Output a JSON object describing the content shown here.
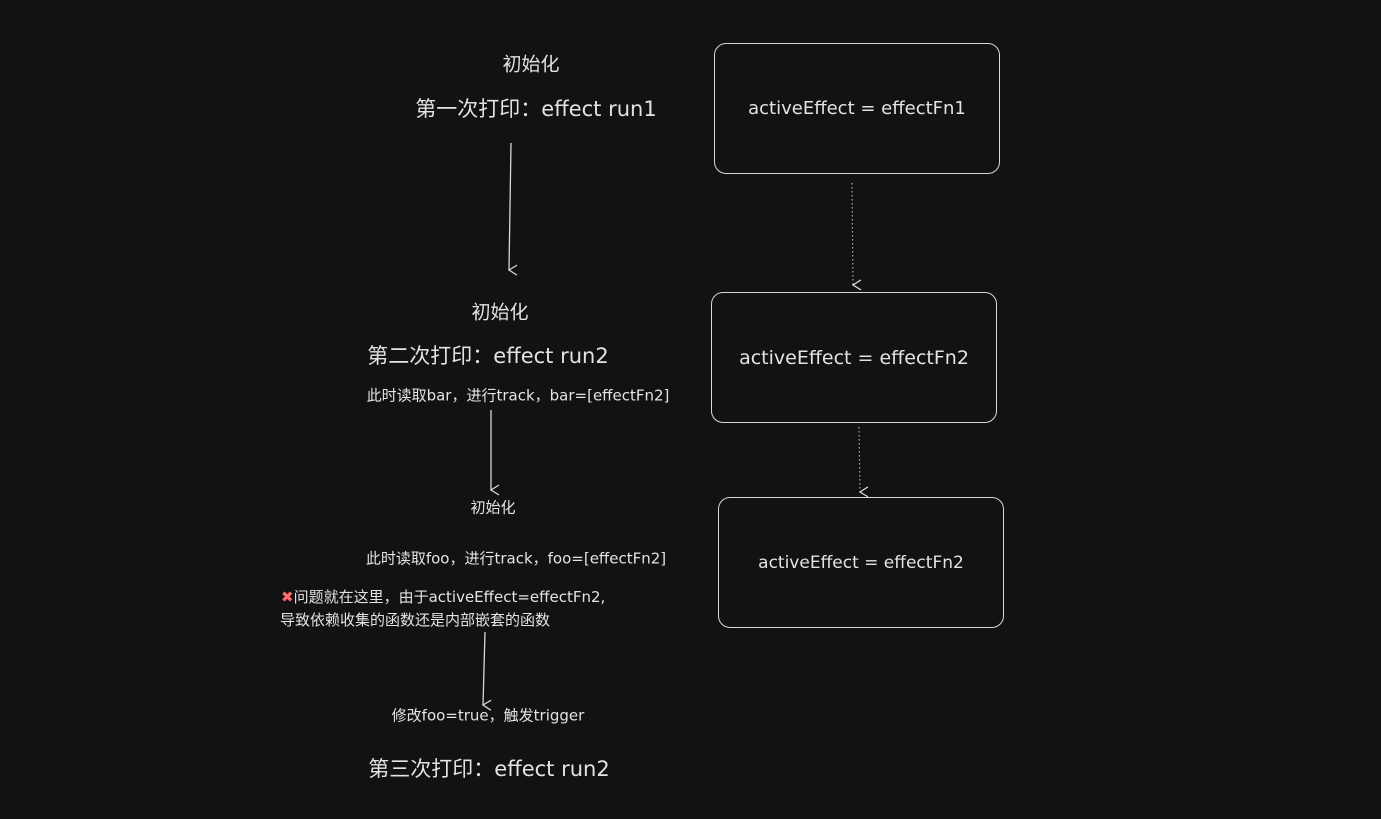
{
  "left_flow": {
    "init1": "初始化",
    "print1": "第一次打印：effect run1",
    "init2": "初始化",
    "print2": "第二次打印：effect run2",
    "track_bar": "此时读取bar，进行track，bar=[effectFn2]",
    "init3": "初始化",
    "track_foo": "此时读取foo，进行track，foo=[effectFn2]",
    "problem_line1": "问题就在这里，由于activeEffect=effectFn2,",
    "problem_line2": "导致依赖收集的函数还是内部嵌套的函数",
    "modify": "修改foo=true，触发trigger",
    "print3": "第三次打印：effect run2"
  },
  "right_flow": {
    "box1": "activeEffect = effectFn1",
    "box2": "activeEffect = effectFn2",
    "box3": "activeEffect = effectFn2"
  },
  "icons": {
    "problem": "cross-mark-icon"
  }
}
